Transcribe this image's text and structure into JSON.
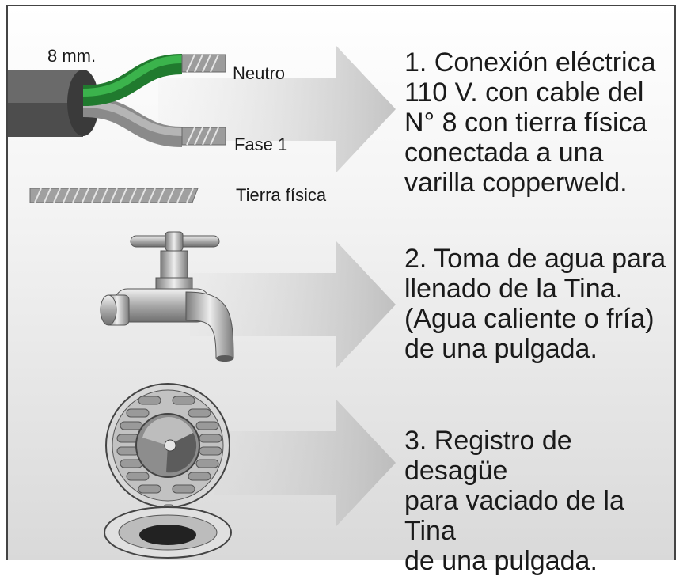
{
  "items": [
    {
      "description": "1. Conexión eléctrica\n110 V. con cable del\nN° 8 con tierra física\nconectada a una\nvarilla copperweld."
    },
    {
      "description": "2. Toma de agua para\nllenado de la Tina.\n(Agua caliente o fría)\nde una pulgada."
    },
    {
      "description": "3. Registro de desagüe\npara vaciado de la Tina\nde una pulgada."
    }
  ],
  "cable_labels": {
    "size": "8 mm.",
    "neutral": "Neutro",
    "phase": "Fase 1",
    "ground": "Tierra física"
  },
  "colors": {
    "neutral_wire": "#2e9e3e",
    "cable_sheath": "#555555",
    "arrow": "#c9c9c9"
  }
}
